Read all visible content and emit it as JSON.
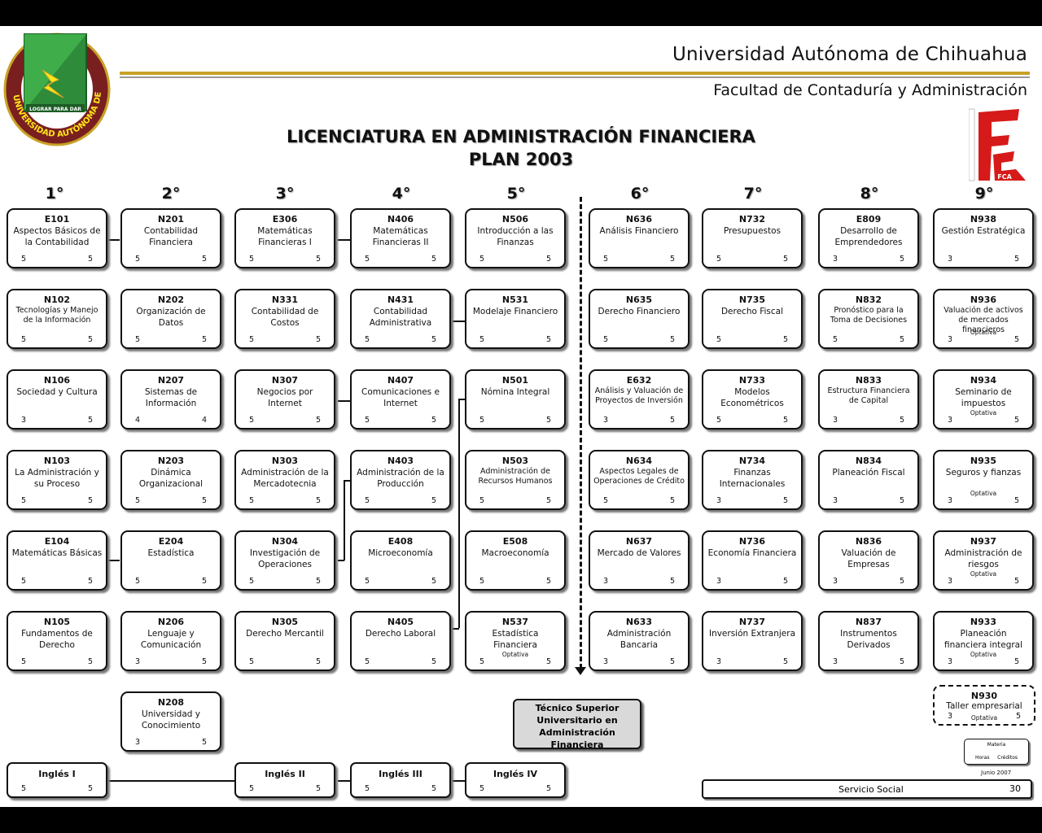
{
  "header": {
    "university": "Universidad Autónoma de Chihuahua",
    "faculty": "Facultad de Contaduría y Administración",
    "title_line1": "LICENCIATURA EN ADMINISTRACIÓN FINANCIERA",
    "title_line2": "PLAN 2003",
    "logo_text": "UNIVERSIDAD AUTÓNOMA DE CHIHUAHUA · LUCHAR PARA LOGRAR · LOGRAR PARA DAR",
    "fca_logo": "FCA"
  },
  "semesters": [
    "1°",
    "2°",
    "3°",
    "4°",
    "5°",
    "6°",
    "7°",
    "8°",
    "9°"
  ],
  "courses": [
    {
      "id": "E101",
      "name": "Aspectos Básicos de la Contabilidad",
      "h": "5",
      "c": "5"
    },
    {
      "id": "N102",
      "name": "Tecnologías y Manejo de la Información",
      "h": "5",
      "c": "5",
      "small": true
    },
    {
      "id": "N106",
      "name": "Sociedad y Cultura",
      "h": "3",
      "c": "5"
    },
    {
      "id": "N103",
      "name": "La Administración y su Proceso",
      "h": "5",
      "c": "5"
    },
    {
      "id": "E104",
      "name": "Matemáticas Básicas",
      "h": "5",
      "c": "5"
    },
    {
      "id": "N105",
      "name": "Fundamentos de Derecho",
      "h": "5",
      "c": "5"
    },
    {
      "id": "N201",
      "name": "Contabilidad Financiera",
      "h": "5",
      "c": "5"
    },
    {
      "id": "N202",
      "name": "Organización de Datos",
      "h": "5",
      "c": "5"
    },
    {
      "id": "N207",
      "name": "Sistemas de Información",
      "h": "4",
      "c": "4"
    },
    {
      "id": "N203",
      "name": "Dinámica Organizacional",
      "h": "5",
      "c": "5"
    },
    {
      "id": "E204",
      "name": "Estadística",
      "h": "5",
      "c": "5"
    },
    {
      "id": "N206",
      "name": "Lenguaje y Comunicación",
      "h": "3",
      "c": "5"
    },
    {
      "id": "N208",
      "name": "Universidad y Conocimiento",
      "h": "3",
      "c": "5"
    },
    {
      "id": "E306",
      "name": "Matemáticas Financieras I",
      "h": "5",
      "c": "5"
    },
    {
      "id": "N331",
      "name": "Contabilidad de Costos",
      "h": "5",
      "c": "5"
    },
    {
      "id": "N307",
      "name": "Negocios por Internet",
      "h": "5",
      "c": "5"
    },
    {
      "id": "N303",
      "name": "Administración de la Mercadotecnia",
      "h": "5",
      "c": "5"
    },
    {
      "id": "N304",
      "name": "Investigación de Operaciones",
      "h": "5",
      "c": "5"
    },
    {
      "id": "N305",
      "name": "Derecho Mercantil",
      "h": "5",
      "c": "5"
    },
    {
      "id": "N406",
      "name": "Matemáticas Financieras II",
      "h": "5",
      "c": "5"
    },
    {
      "id": "N431",
      "name": "Contabilidad Administrativa",
      "h": "5",
      "c": "5"
    },
    {
      "id": "N407",
      "name": "Comunicaciones e Internet",
      "h": "5",
      "c": "5"
    },
    {
      "id": "N403",
      "name": "Administración de la Producción",
      "h": "5",
      "c": "5"
    },
    {
      "id": "E408",
      "name": "Microeconomía",
      "h": "5",
      "c": "5"
    },
    {
      "id": "N405",
      "name": "Derecho Laboral",
      "h": "5",
      "c": "5"
    },
    {
      "id": "N506",
      "name": "Introducción a las Finanzas",
      "h": "5",
      "c": "5"
    },
    {
      "id": "N531",
      "name": "Modelaje Financiero",
      "h": "5",
      "c": "5"
    },
    {
      "id": "N501",
      "name": "Nómina Integral",
      "h": "5",
      "c": "5"
    },
    {
      "id": "N503",
      "name": "Administración de Recursos Humanos",
      "h": "5",
      "c": "5",
      "small": true
    },
    {
      "id": "E508",
      "name": "Macroeconomía",
      "h": "5",
      "c": "5"
    },
    {
      "id": "N537",
      "name": "Estadística Financiera",
      "h": "5",
      "c": "5",
      "opt": "Optativa"
    },
    {
      "id": "N636",
      "name": "Análisis Financiero",
      "h": "5",
      "c": "5"
    },
    {
      "id": "N635",
      "name": "Derecho Financiero",
      "h": "5",
      "c": "5"
    },
    {
      "id": "E632",
      "name": "Análisis y Valuación de Proyectos de Inversión",
      "h": "3",
      "c": "5",
      "small": true
    },
    {
      "id": "N634",
      "name": "Aspectos Legales de Operaciones de Crédito",
      "h": "5",
      "c": "5",
      "small": true
    },
    {
      "id": "N637",
      "name": "Mercado de Valores",
      "h": "3",
      "c": "5"
    },
    {
      "id": "N633",
      "name": "Administración Bancaria",
      "h": "3",
      "c": "5"
    },
    {
      "id": "N732",
      "name": "Presupuestos",
      "h": "5",
      "c": "5"
    },
    {
      "id": "N735",
      "name": "Derecho Fiscal",
      "h": "5",
      "c": "5"
    },
    {
      "id": "N733",
      "name": "Modelos Econométricos",
      "h": "5",
      "c": "5"
    },
    {
      "id": "N734",
      "name": "Finanzas Internacionales",
      "h": "3",
      "c": "5"
    },
    {
      "id": "N736",
      "name": "Economía Financiera",
      "h": "3",
      "c": "5"
    },
    {
      "id": "N737",
      "name": "Inversión Extranjera",
      "h": "3",
      "c": "5"
    },
    {
      "id": "E809",
      "name": "Desarrollo de Emprendedores",
      "h": "3",
      "c": "5"
    },
    {
      "id": "N832",
      "name": "Pronóstico para la Toma de Decisiones",
      "h": "5",
      "c": "5",
      "small": true
    },
    {
      "id": "N833",
      "name": "Estructura Financiera de Capital",
      "h": "3",
      "c": "5",
      "small": true
    },
    {
      "id": "N834",
      "name": "Planeación Fiscal",
      "h": "3",
      "c": "5"
    },
    {
      "id": "N836",
      "name": "Valuación de Empresas",
      "h": "3",
      "c": "5"
    },
    {
      "id": "N837",
      "name": "Instrumentos Derivados",
      "h": "3",
      "c": "5"
    },
    {
      "id": "N938",
      "name": "Gestión Estratégica",
      "h": "3",
      "c": "5"
    },
    {
      "id": "N936",
      "name": "Valuación de activos de mercados financieros",
      "h": "3",
      "c": "5",
      "opt": "Optativa",
      "small": true
    },
    {
      "id": "N934",
      "name": "Seminario de impuestos",
      "h": "3",
      "c": "5",
      "opt": "Optativa"
    },
    {
      "id": "N935",
      "name": "Seguros y fianzas",
      "h": "3",
      "c": "5",
      "opt": "Optativa"
    },
    {
      "id": "N937",
      "name": "Administración de riesgos",
      "h": "3",
      "c": "5",
      "opt": "Optativa"
    },
    {
      "id": "N933",
      "name": "Planeación financiera integral",
      "h": "3",
      "c": "5",
      "opt": "Optativa"
    },
    {
      "id": "N930",
      "name": "Taller empresarial",
      "h": "3",
      "c": "5",
      "opt": "Optativa",
      "dashed": true
    }
  ],
  "english": [
    {
      "name": "Inglés I",
      "h": "5",
      "c": "5"
    },
    {
      "name": "Inglés II",
      "h": "5",
      "c": "5"
    },
    {
      "name": "Inglés III",
      "h": "5",
      "c": "5"
    },
    {
      "name": "Inglés IV",
      "h": "5",
      "c": "5"
    }
  ],
  "tsu": "Técnico Superior Universitario en Administración Financiera",
  "legend": {
    "materia": "Materia",
    "horas": "Horas",
    "creditos": "Créditos"
  },
  "date": "Junio 2007",
  "servicio_social": {
    "label": "Servicio Social",
    "value": "30"
  }
}
